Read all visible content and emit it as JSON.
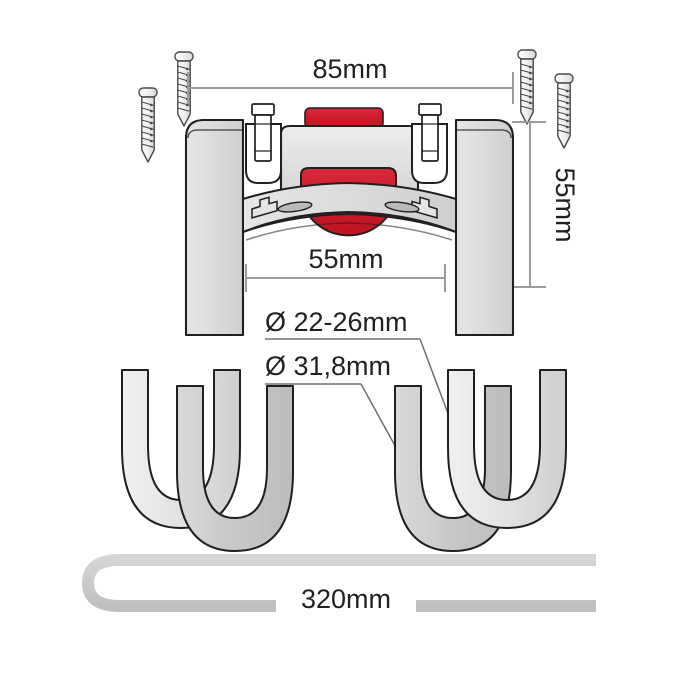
{
  "diagram": {
    "title": "Handlebar mount bracket technical drawing",
    "background_color": "#ffffff",
    "line_color": "#231f20",
    "accent_red": "#d2202f",
    "accent_red_dark": "#b01a27",
    "body_gray": "#dcdcdc",
    "body_gray_light": "#e9e9e9",
    "body_gray_mid": "#c9c9c9",
    "band_gray": "#c8c8c8",
    "dimension_line_color": "#9b9b9b"
  },
  "dimensions": {
    "width_label": "85mm",
    "height_label": "55mm",
    "clamp_width_label": "55mm",
    "tube_range_label": "Ø 22-26mm",
    "tube_large_label": "Ø 31,8mm",
    "strap_length_label": "320mm"
  },
  "parts": {
    "screws_left": [
      {
        "name": "screw-left-short"
      },
      {
        "name": "screw-left-long"
      }
    ],
    "screws_right": [
      {
        "name": "screw-right-long"
      },
      {
        "name": "screw-right-short"
      }
    ],
    "bolts_top": [
      {
        "name": "bolt-left"
      },
      {
        "name": "bolt-right"
      }
    ],
    "ubolts": [
      {
        "name": "ubolt-left-outer"
      },
      {
        "name": "ubolt-left-inner"
      },
      {
        "name": "ubolt-right-inner"
      },
      {
        "name": "ubolt-right-outer"
      }
    ]
  }
}
